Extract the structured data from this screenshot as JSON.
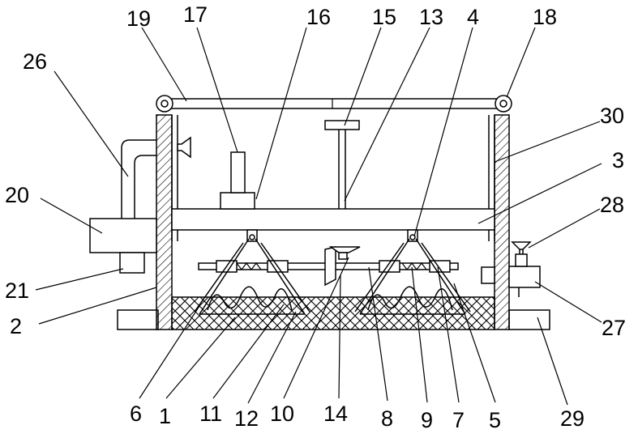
{
  "labels": {
    "n1": "1",
    "n2": "2",
    "n3": "3",
    "n4": "4",
    "n5": "5",
    "n6": "6",
    "n7": "7",
    "n8": "8",
    "n9": "9",
    "n10": "10",
    "n11": "11",
    "n12": "12",
    "n13": "13",
    "n14": "14",
    "n15": "15",
    "n16": "16",
    "n17": "17",
    "n18": "18",
    "n19": "19",
    "n20": "20",
    "n21": "21",
    "n26": "26",
    "n27": "27",
    "n28": "28",
    "n29": "29",
    "n30": "30"
  }
}
